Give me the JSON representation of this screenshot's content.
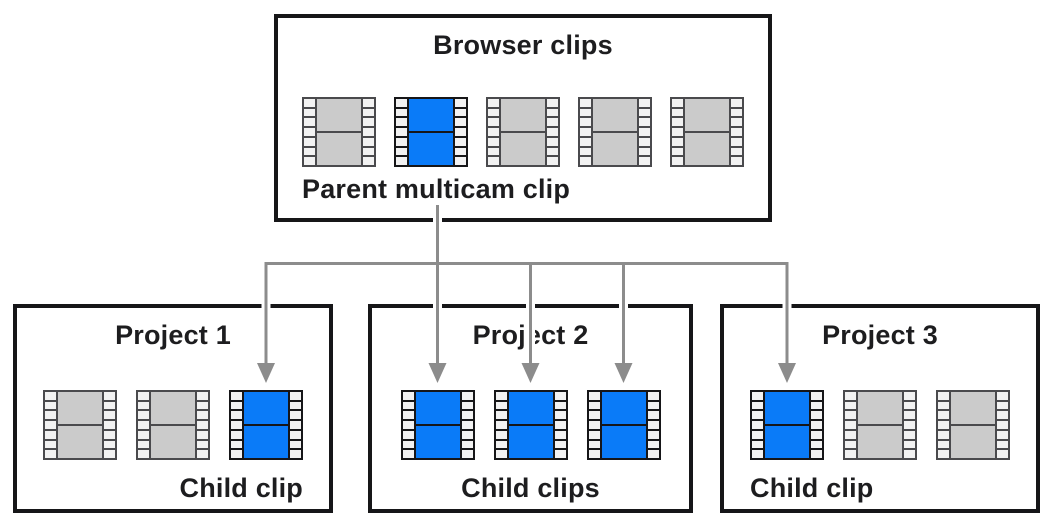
{
  "browser": {
    "title": "Browser clips",
    "label": "Parent multicam clip",
    "clips": [
      "gray",
      "blue",
      "gray",
      "gray",
      "gray"
    ]
  },
  "projects": [
    {
      "title": "Project 1",
      "label": "Child clip",
      "clips": [
        "gray",
        "gray",
        "blue"
      ]
    },
    {
      "title": "Project 2",
      "label": "Child clips",
      "clips": [
        "blue",
        "blue",
        "blue"
      ]
    },
    {
      "title": "Project 3",
      "label": "Child clip",
      "clips": [
        "blue",
        "gray",
        "gray"
      ]
    }
  ],
  "colors": {
    "accent_blue": "#0a7bf8",
    "clip_gray": "#cbcbcb",
    "clip_gray_line": "#4a4a4d",
    "clip_black_line": "#161618",
    "sprocket": "#f2f2f2",
    "arrow_gray": "#8c8c8c",
    "text": "#1d1d1f",
    "box_border": "#161618",
    "background": "#ffffff"
  }
}
